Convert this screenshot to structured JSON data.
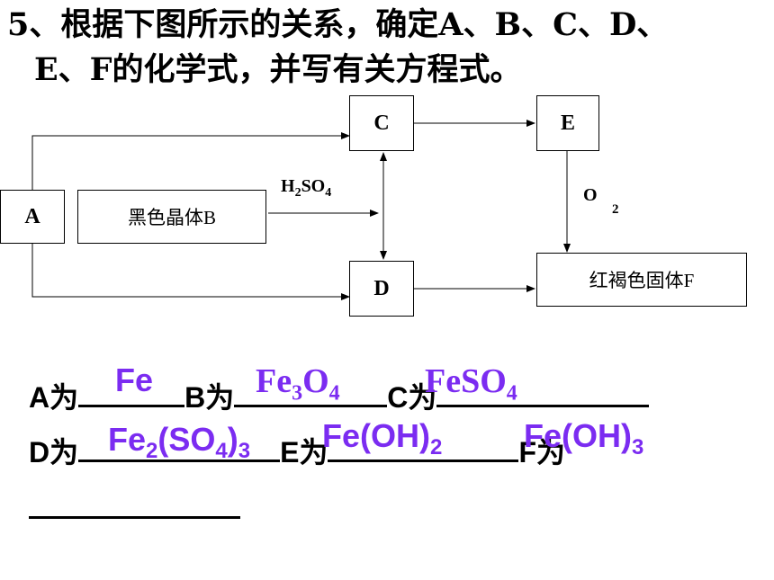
{
  "question": {
    "line1": "5、根据下图所示的关系，确定A、B、C、D、",
    "line2": "E、F的化学式，并写有关方程式。"
  },
  "diagram": {
    "boxes": {
      "A": "A",
      "B": "黑色晶体B",
      "C": "C",
      "D": "D",
      "E": "E",
      "F": "红褐色固体F"
    },
    "reagent_h2so4": {
      "h": "H",
      "sub2": "2",
      "rest": "SO",
      "sub4": "4"
    },
    "reagent_o2": {
      "o": "O",
      "sub": "2"
    }
  },
  "answers": {
    "A_label": "A为",
    "B_label": "B为",
    "C_label": "C为",
    "D_label": "D为",
    "E_label": "E为",
    "F_label": "F为",
    "A_value": "Fe",
    "B_value": {
      "fe": "Fe",
      "s3": "3",
      "o": "O",
      "s4": "4"
    },
    "C_value": {
      "text": "FeSO",
      "s4": "4"
    },
    "D_value": {
      "a": "Fe",
      "s2": "2",
      "b": "(SO",
      "s4": "4",
      "c": ")",
      "s3": "3"
    },
    "E_value": {
      "a": "Fe(OH)",
      "s2": "2"
    },
    "F_value": {
      "a": "Fe(OH)",
      "s3": "3"
    }
  },
  "colors": {
    "answer_fill": "#7b2cf1"
  }
}
